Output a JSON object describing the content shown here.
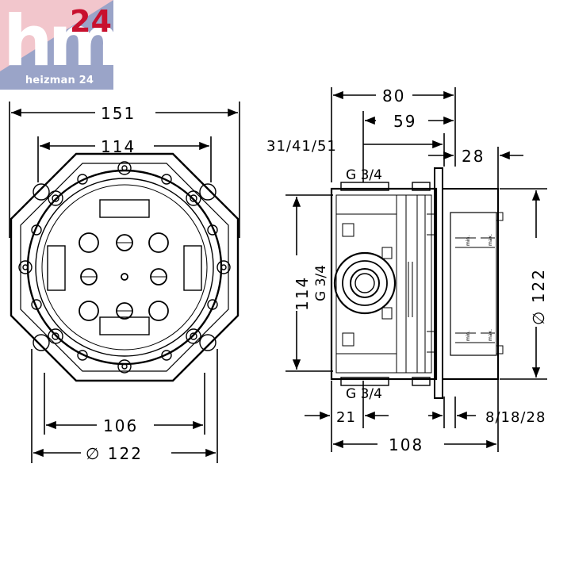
{
  "logo": {
    "mark": "hm",
    "number": "24",
    "brand": "heizman 24",
    "colors": {
      "red": "#c8102e",
      "blue": "#9aa4c8",
      "pink": "#f2c6cc"
    }
  },
  "front_view": {
    "dims": {
      "overall": "151",
      "inner": "114",
      "bottom_inner": "106",
      "diameter": "∅ 122"
    }
  },
  "side_view": {
    "dims": {
      "top_80": "80",
      "top_59": "59",
      "depth_range": "31/41/51",
      "right_28": "28",
      "height_114": "114",
      "diameter": "∅ 122",
      "bottom_21": "21",
      "bottom_108": "108",
      "plate_range": "8/18/28"
    },
    "connections": {
      "top": "G 3/4",
      "side": "G 3/4",
      "bottom": "G 3/4"
    },
    "scale_marks": {
      "min": "min.",
      "max": "max."
    }
  }
}
